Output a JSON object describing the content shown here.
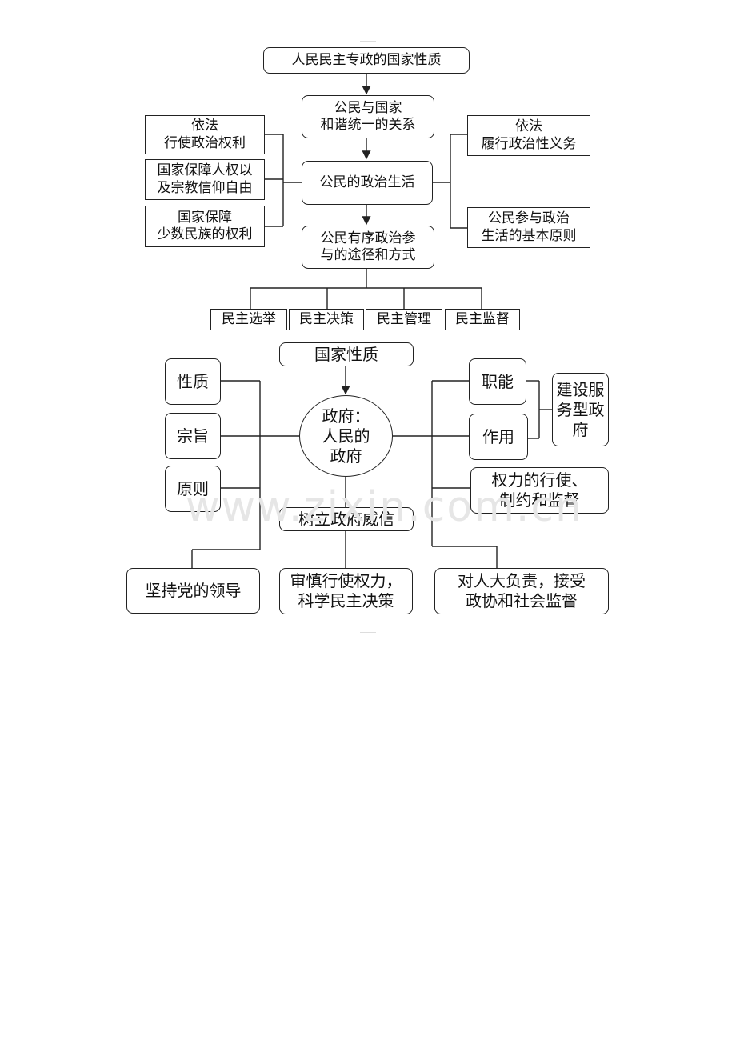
{
  "diagram1": {
    "top": "人民民主专政的国家性质",
    "relation": "公民与国家\n和谐统一的关系",
    "political_life": "公民的政治生活",
    "participation": "公民有序政治参\n与的途径和方式",
    "left_items": [
      "依法\n行使政治权利",
      "国家保障人权以\n及宗教信仰自由",
      "国家保障\n少数民族的权利"
    ],
    "right_items": [
      "依法\n履行政治性义务",
      "公民参与政治\n生活的基本原则"
    ],
    "democracy": [
      "民主选举",
      "民主决策",
      "民主管理",
      "民主监督"
    ]
  },
  "diagram2": {
    "top": "国家性质",
    "center": "政府：\n人民的\n政府",
    "left_items": [
      "性质",
      "宗旨",
      "原则"
    ],
    "right_items": [
      "职能",
      "作用"
    ],
    "service": "建设服\n务型政\n府",
    "power": "权力的行使、\n制约和监督",
    "authority": "树立政府威信",
    "bottom": [
      "坚持党的领导",
      "审慎行使权力，\n科学民主决策",
      "对人大负责，接受\n政协和社会监督"
    ]
  },
  "watermark": "www.zixin.com.cn"
}
